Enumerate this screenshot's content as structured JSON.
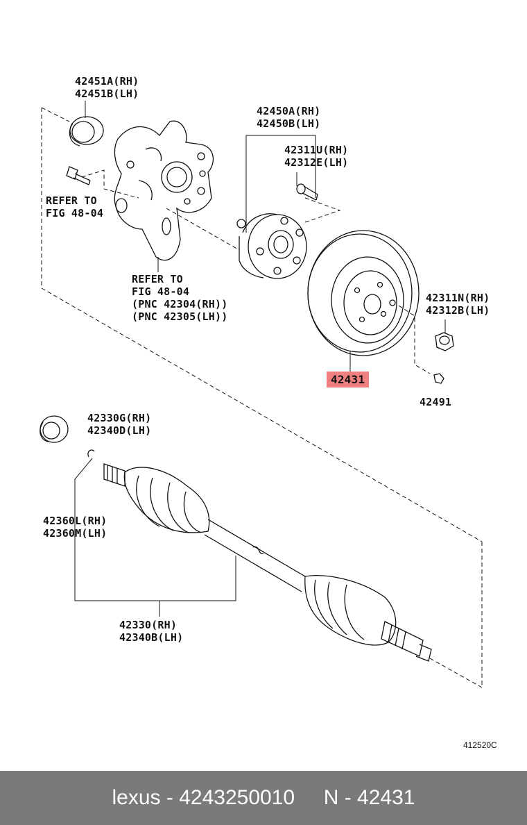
{
  "parts": {
    "seal_inner": {
      "rh": "42451A(RH)",
      "lh": "42451B(LH)"
    },
    "hub_bearing": {
      "rh": "42450A(RH)",
      "lh": "42450B(LH)"
    },
    "hub_bolt": {
      "rh": "42311U(RH)",
      "lh": "42312E(LH)"
    },
    "knuckle_refer": {
      "line1": "REFER TO",
      "line2": "FIG 48-04"
    },
    "carrier_refer": {
      "line1": "REFER TO",
      "line2": "FIG 48-04",
      "line3": "(PNC 42304(RH))",
      "line4": "(PNC 42305(LH))"
    },
    "nut": {
      "rh": "42311N(RH)",
      "lh": "42312B(LH)"
    },
    "disc": {
      "number": "42431"
    },
    "screw": {
      "number": "42491"
    },
    "shaft_seal": {
      "rh": "42330G(RH)",
      "lh": "42340D(LH)"
    },
    "snap_ring": {
      "rh": "42360L(RH)",
      "lh": "42360M(LH)"
    },
    "drive_shaft": {
      "rh": "42330(RH)",
      "lh": "42340B(LH)"
    }
  },
  "diagram_code": "412520C",
  "footer": {
    "text": "lexus - 4243250010     N - 42431"
  },
  "colors": {
    "highlight": "#f08080",
    "footer_bg": "#7a7a7a",
    "footer_text": "#ffffff",
    "line": "#111111"
  }
}
